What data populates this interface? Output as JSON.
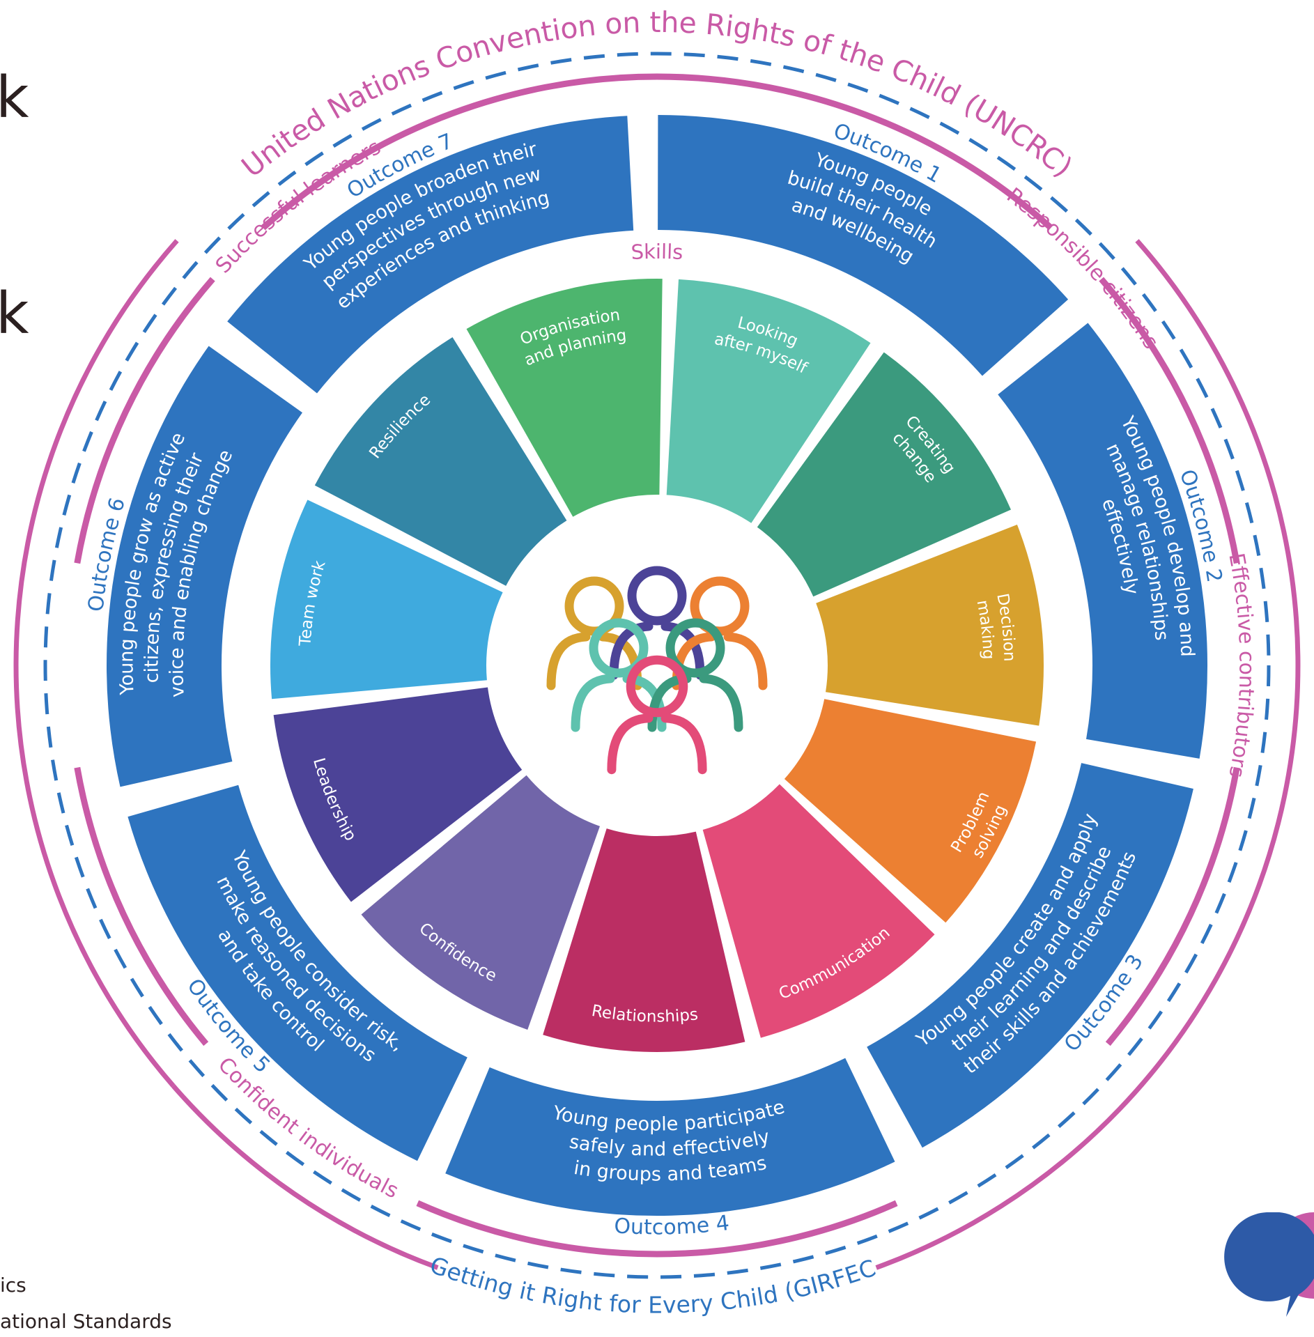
{
  "diagram": {
    "outer_top_text": "United Nations Convention on the Rights of the Child (UNCRC)",
    "outer_bottom_text": "Getting it Right for Every Child (GIRFEC)",
    "capacities": [
      "Responsible citizens",
      "Effective contributors",
      "Confident individuals",
      "Successful learners"
    ],
    "skills_label": "Skills",
    "outcomes": [
      {
        "label": "Outcome 1",
        "lines": [
          "Young people",
          "build their health",
          "and wellbeing"
        ]
      },
      {
        "label": "Outcome 2",
        "lines": [
          "Young people develop and",
          "manage relationships",
          "effectively"
        ]
      },
      {
        "label": "Outcome 3",
        "lines": [
          "Young people create and apply",
          "their learning and describe",
          "their skills and achievements"
        ]
      },
      {
        "label": "Outcome 4",
        "lines": [
          "Young people participate",
          "safely and effectively",
          "in groups and teams"
        ]
      },
      {
        "label": "Outcome 5",
        "lines": [
          "Young people consider risk,",
          "make reasoned decisions",
          "and take control"
        ]
      },
      {
        "label": "Outcome 6",
        "lines": [
          "Young people grow as active",
          "citizens, expressing their",
          "voice and enabling change"
        ]
      },
      {
        "label": "Outcome 7",
        "lines": [
          "Young people broaden their",
          "perspectives through new",
          "experiences and thinking"
        ]
      }
    ],
    "skills": [
      {
        "lines": [
          "Looking",
          "after myself"
        ],
        "color": "#5ec2ae"
      },
      {
        "lines": [
          "Creating",
          "change"
        ],
        "color": "#3b9a7e"
      },
      {
        "lines": [
          "Decision",
          "making"
        ],
        "color": "#d7a12e"
      },
      {
        "lines": [
          "Problem",
          "solving"
        ],
        "color": "#ec8032"
      },
      {
        "lines": [
          "Communication"
        ],
        "color": "#e34b78"
      },
      {
        "lines": [
          "Relationships"
        ],
        "color": "#bb2e63"
      },
      {
        "lines": [
          "Confidence"
        ],
        "color": "#7165a9"
      },
      {
        "lines": [
          "Leadership"
        ],
        "color": "#4c4397"
      },
      {
        "lines": [
          "Team work"
        ],
        "color": "#3faade"
      },
      {
        "lines": [
          "Resilience"
        ],
        "color": "#3386a6"
      },
      {
        "lines": [
          "Organisation",
          "and planning"
        ],
        "color": "#4db56e"
      }
    ],
    "colors": {
      "outcome_blue": "#2e74bf",
      "ring_magenta": "#c95aa6",
      "dash_blue": "#2e74bf",
      "text_blue": "#2e74bf",
      "text_magenta": "#c95aa6"
    },
    "people_icon_colors": [
      "#d7a12e",
      "#4c4397",
      "#ec8032",
      "#5ec2ae",
      "#3b9a7e",
      "#e34b78"
    ]
  },
  "edges": {
    "left_k1": "k",
    "left_k2": "k",
    "left_foot1": "ics",
    "left_foot2": "ational Standards"
  }
}
